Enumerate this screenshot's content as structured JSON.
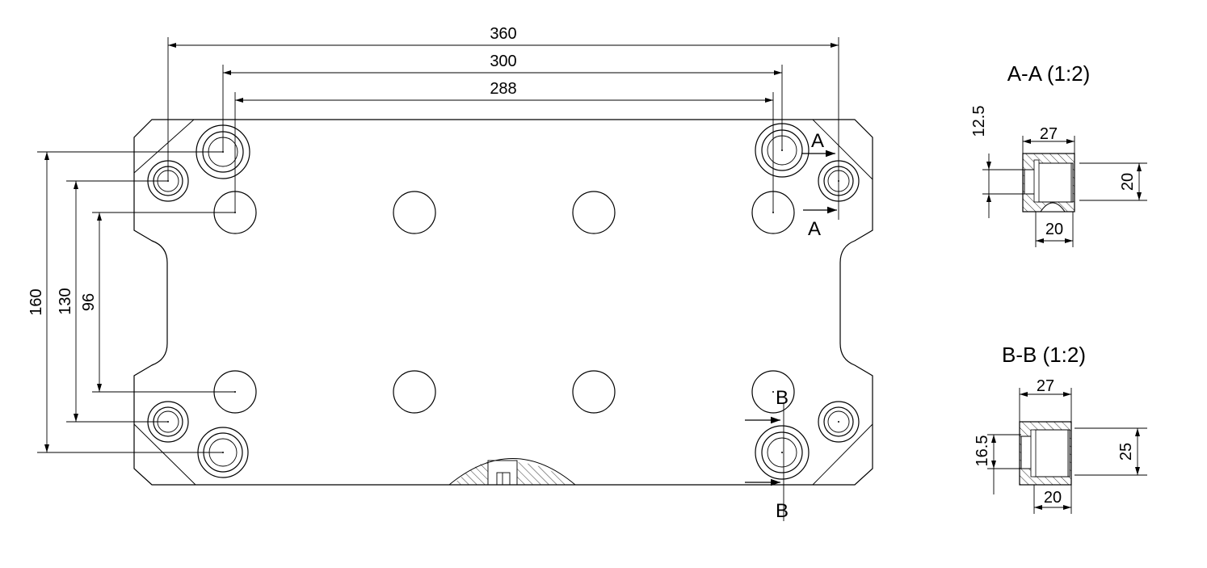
{
  "main_view": {
    "dims_horizontal": [
      "360",
      "300",
      "288"
    ],
    "dims_vertical": [
      "160",
      "130",
      "96"
    ],
    "section_marks": {
      "a_top": "A",
      "a_bottom": "A",
      "b_top": "B",
      "b_bottom": "B"
    }
  },
  "section_a": {
    "title": "A-A (1:2)",
    "dim_width": "27",
    "dim_height": "12.5",
    "dim_right": "20",
    "dim_bottom": "20"
  },
  "section_b": {
    "title": "B-B (1:2)",
    "dim_width": "27",
    "dim_height": "16.5",
    "dim_right": "25",
    "dim_bottom": "20"
  }
}
